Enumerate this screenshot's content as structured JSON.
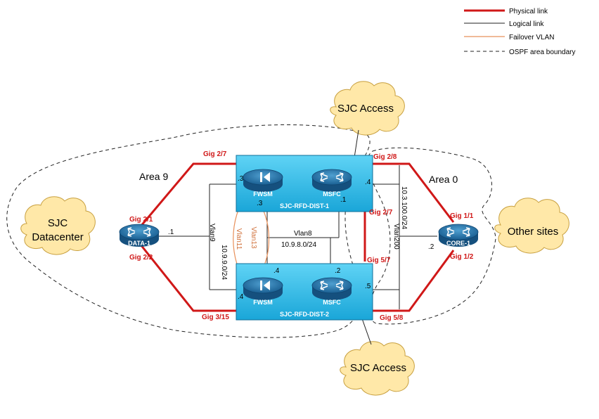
{
  "legend": {
    "physical": "Physical link",
    "logical": "Logical link",
    "failover": "Failover VLAN",
    "ospf": "OSPF area boundary"
  },
  "colors": {
    "physical": "#d01818",
    "logical": "#222222",
    "failover": "#e8905a",
    "chassis": "#21b8ea",
    "router": "#1f6ea6"
  },
  "areas": {
    "area9": "Area 9",
    "area0": "Area 0"
  },
  "clouds": {
    "access_top": "SJC Access",
    "access_bottom": "SJC Access",
    "datacenter_l1": "SJC",
    "datacenter_l2": "Datacenter",
    "other_sites": "Other sites"
  },
  "devices": {
    "data1": "DATA-1",
    "core1": "CORE-1",
    "dist1": "SJC-RFD-DIST-1",
    "dist2": "SJC-RFD-DIST-2",
    "fwsm1": "FWSM",
    "msfc1": "MSFC",
    "fwsm2": "FWSM",
    "msfc2": "MSFC"
  },
  "ports": {
    "data1_g21": "Gig 2/1",
    "data1_g22": "Gig 2/2",
    "dist1_g27": "Gig 2/7",
    "dist2_g315": "Gig 3/15",
    "dist1_g28": "Gig 2/8",
    "dist1_g27b": "Gig 2/7",
    "dist2_g57": "Gig 5/7",
    "dist2_g58": "Gig 5/8",
    "core1_g11": "Gig 1/1",
    "core1_g12": "Gig 1/2"
  },
  "vlans": {
    "vlan9": "Vlan9",
    "vlan9_net": "10.9.9.0/24",
    "vlan11": "Vlan11",
    "vlan13": "Vlan13",
    "vlan8": "Vlan8",
    "vlan8_net": "10.9.8.0/24",
    "vlan200": "Vlan200",
    "vlan200_net": "10.3.100.0/24"
  },
  "addresses": {
    "data1": ".1",
    "fwsm1_a": ".3",
    "fwsm1_b": ".3",
    "msfc1_a": ".4",
    "msfc1_b": ".1",
    "fwsm2_a": ".4",
    "fwsm2_b": ".4",
    "msfc2_a": ".2",
    "msfc2_b": ".5",
    "core1": ".2"
  }
}
